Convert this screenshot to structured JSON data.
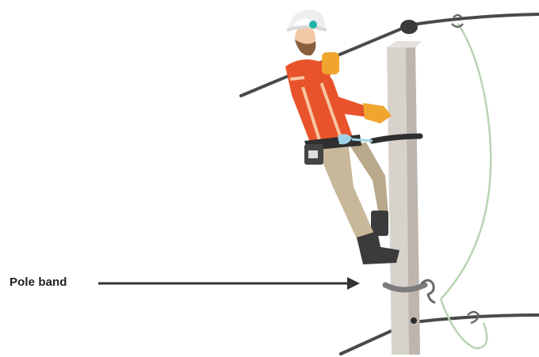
{
  "annotation": {
    "label": "Pole band"
  },
  "colors": {
    "pole": "#d8d2cd",
    "pole_shadow": "#bdb5ae",
    "wire": "#4a4a4a",
    "drop_wire": "#b9d3b3",
    "jacket": "#e8532b",
    "reflective_stripe": "#f6c7a0",
    "glove": "#f0a62e",
    "pants": "#c9b79a",
    "boot": "#3b3b3b",
    "helmet": "#eeeeee",
    "helmet_logo": "#21b3a6",
    "belt": "#2f2f2f",
    "clip": "#9fd2e6",
    "arrow": "#333333"
  },
  "icons": [
    "lineworker-figure",
    "utility-pole",
    "power-line",
    "pole-band",
    "arrow-right-icon"
  ]
}
